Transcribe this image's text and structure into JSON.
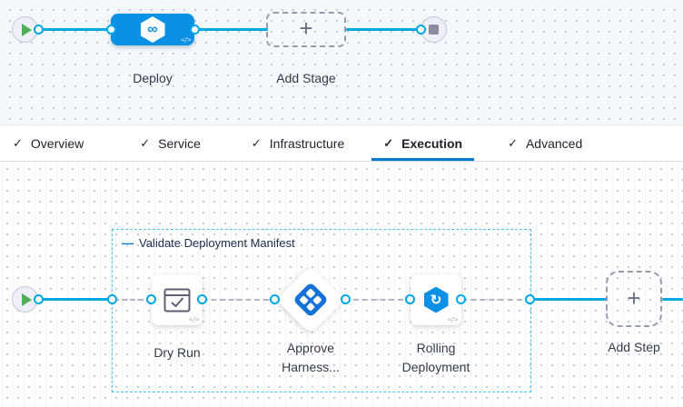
{
  "stage_panel": {
    "deploy": {
      "label": "Deploy",
      "code_badge": "</>",
      "icon_glyph": "∞"
    },
    "add_stage": {
      "label": "Add Stage",
      "plus_glyph": "+"
    }
  },
  "tab_bar": {
    "check_glyph": "✓",
    "tabs": [
      {
        "label": "Overview",
        "active": false
      },
      {
        "label": "Service",
        "active": false
      },
      {
        "label": "Infrastructure",
        "active": false
      },
      {
        "label": "Execution",
        "active": true
      },
      {
        "label": "Advanced",
        "active": false
      }
    ]
  },
  "execution_panel": {
    "group": {
      "label": "Validate Deployment Manifest",
      "collapse_glyph": "—"
    },
    "steps": [
      {
        "label": "Dry Run",
        "code_badge": "</>"
      },
      {
        "label": "Approve Harness..."
      },
      {
        "label": "Rolling Deployment",
        "code_badge": "</>",
        "icon_glyph": "↻"
      }
    ],
    "add_step": {
      "label": "Add Step",
      "plus_glyph": "+"
    }
  },
  "colors": {
    "edge_blue": "#00a7e6",
    "stage_node_blue": "#0b90e4",
    "approve_icon_blue": "#1471d8",
    "active_tab_underline": "#0278d5",
    "group_border_cyan": "#4cc3ee",
    "play_green": "#4fae57",
    "canvas_tint": "#f3f8fb"
  }
}
